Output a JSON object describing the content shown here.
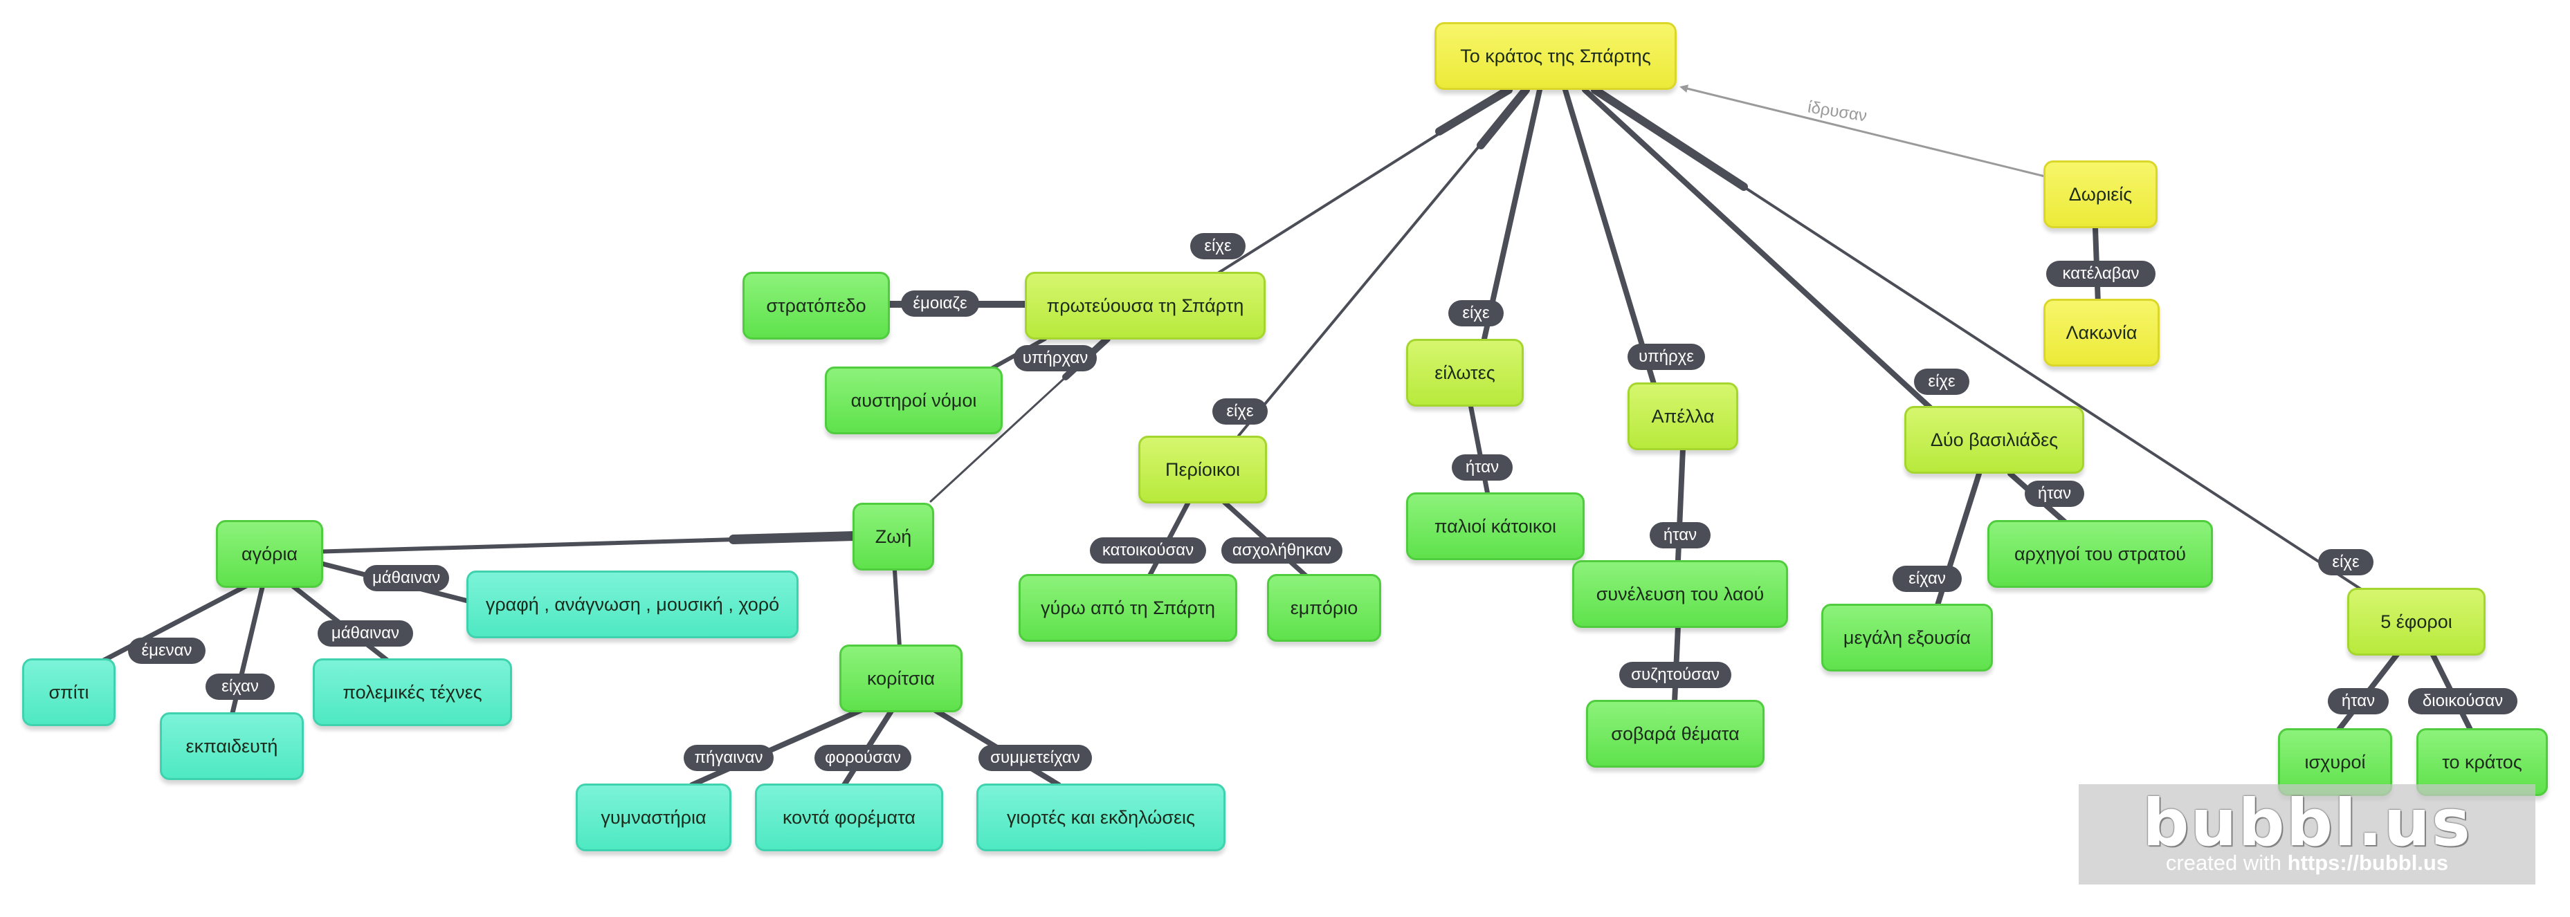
{
  "nodes": {
    "root": "Το κράτος της Σπάρτης",
    "dorieis": "Δωριείς",
    "lakonia": "Λακωνία",
    "proteuousa": "πρωτεύουσα τη Σπάρτη",
    "stratopedo": "στρατόπεδο",
    "afstiroi": "αυστηροί νόμοι",
    "zoi": "Ζωή",
    "agoria": "αγόρια",
    "grafi": "γραφή , ανάγνωση , μουσική , χορό",
    "spiti": "σπίτι",
    "ekpaideuti": "εκπαιδευτή",
    "polemikes": "πολεμικές τέχνες",
    "koritsia": "κορίτσια",
    "gymnastiria": "γυμναστήρια",
    "konta": "κοντά φορέματα",
    "giortes": "γιορτές και εκδηλώσεις",
    "perioikoi": "Περίοικοι",
    "gyro": "γύρω από τη Σπάρτη",
    "emporio": "εμπόριο",
    "eilotes": "είλωτες",
    "palioi": "παλιοί κάτοικοι",
    "apella": "Απέλλα",
    "synelefsi": "συνέλευση του λαού",
    "sovara": "σοβαρά θέματα",
    "vasiliades": "Δύο βασιλιάδες",
    "megali": "μεγάλη εξουσία",
    "archigoi": "αρχηγοί του στρατού",
    "eforoi": "5 έφοροι",
    "ischyroi": "ισχυροί",
    "kratos": "το κράτος"
  },
  "links": {
    "ridrysan": "ίδρυσαν",
    "katelavan": "κατέλαβαν",
    "eixe1": "είχε",
    "emoiaze": "έμοιαζε",
    "ypirchan": "υπήρχαν",
    "mathainan1": "μάθαιναν",
    "emenan": "έμεναν",
    "eichan1": "είχαν",
    "mathainan2": "μάθαιναν",
    "pigainan": "πήγαιναν",
    "forousan": "φορούσαν",
    "symmeteichan": "συμμετείχαν",
    "eixe2": "είχε",
    "katoikousan": "κατοικούσαν",
    "ascholithikan": "ασχολήθηκαν",
    "eixe3": "είχε",
    "itan1": "ήταν",
    "ypirche": "υπήρχε",
    "itan2": "ήταν",
    "syzitousan": "συζητούσαν",
    "eixe4": "είχε",
    "eichan2": "είχαν",
    "itan3": "ήταν",
    "eixe5": "είχε",
    "itan4": "ήταν",
    "dioikousan": "διοικούσαν"
  },
  "watermark": {
    "logo": "bubbl.us",
    "prefix": "created with",
    "url": "https://bubbl.us"
  },
  "colors": {
    "yellow": "#efed44",
    "lime": "#c2ee4a",
    "green": "#6ae756",
    "teal": "#5aeccb",
    "link_label": "#4b4d57",
    "edge": "#4b4d57",
    "arrow": "#9a9a9a"
  }
}
